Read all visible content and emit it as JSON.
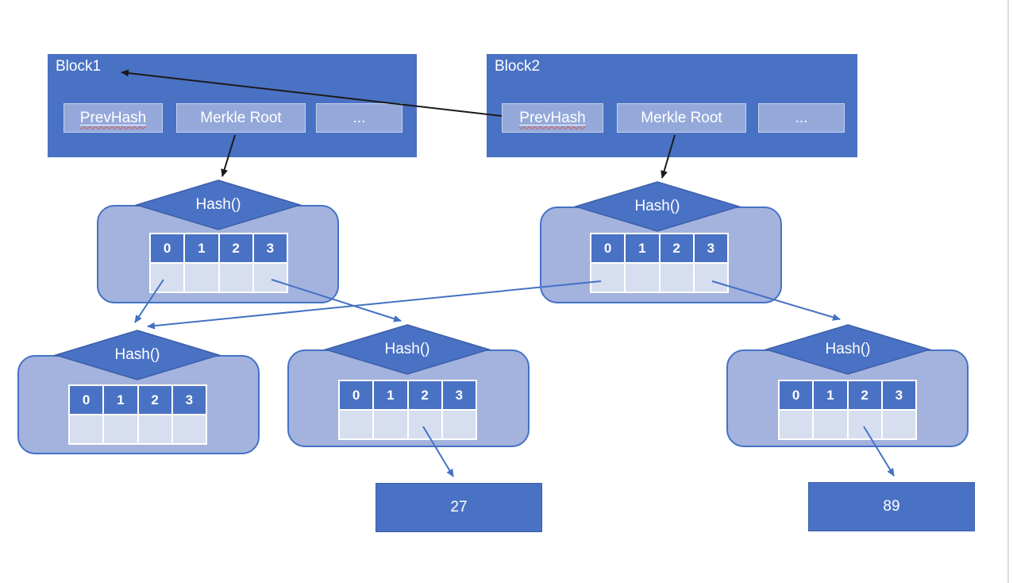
{
  "diagram": {
    "description_labels": {}
  },
  "colors": {
    "block_fill": "#4a72c4",
    "field_fill": "#94a9da",
    "container_fill": "#a3b3de",
    "container_border": "#4472c4",
    "diamond_fill": "#4472c4",
    "diamond_border": "#3b5ea8",
    "header_cell_fill": "#4a72c4",
    "data_cell_fill": "#d6def0",
    "leaf_fill": "#4a72c4",
    "arrow_blue": "#4472c4",
    "arrow_black": "#1a1a1a",
    "spellcheck_red": "#e05a48",
    "slide_edge_grey": "#dcdcdc"
  },
  "blocks": [
    {
      "title": "Block1",
      "fields": [
        "PrevHash",
        "Merkle Root",
        "..."
      ]
    },
    {
      "title": "Block2",
      "fields": [
        "PrevHash",
        "Merkle Root",
        "..."
      ]
    }
  ],
  "hash_nodes": [
    {
      "id": "mid-left",
      "label": "Hash()",
      "cells": [
        "0",
        "1",
        "2",
        "3"
      ]
    },
    {
      "id": "mid-right",
      "label": "Hash()",
      "cells": [
        "0",
        "1",
        "2",
        "3"
      ]
    },
    {
      "id": "bottom-left",
      "label": "Hash()",
      "cells": [
        "0",
        "1",
        "2",
        "3"
      ]
    },
    {
      "id": "bottom-middle",
      "label": "Hash()",
      "cells": [
        "0",
        "1",
        "2",
        "3"
      ]
    },
    {
      "id": "bottom-right",
      "label": "Hash()",
      "cells": [
        "0",
        "1",
        "2",
        "3"
      ]
    }
  ],
  "leaves": [
    {
      "value": "27"
    },
    {
      "value": "89"
    }
  ]
}
